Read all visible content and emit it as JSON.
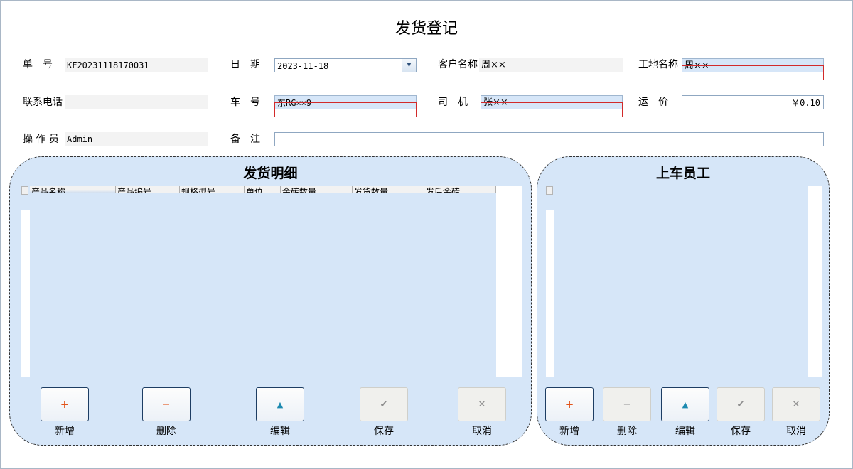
{
  "title": "发货登记",
  "form": {
    "order_no_label": "单　号",
    "order_no_value": "KF20231118170031",
    "date_label": "日　期",
    "date_value": "2023-11-18",
    "customer_label": "客户名称",
    "customer_value": "周××",
    "site_label": "工地名称",
    "site_value": "周××",
    "phone_label": "联系电话",
    "phone_value": "",
    "plate_label": "车　号",
    "plate_value": "东RG××9",
    "driver_label": "司　机",
    "driver_value": "张××",
    "freight_label": "运　价",
    "freight_value": "￥0.10",
    "operator_label": "操 作 员",
    "operator_value": "Admin",
    "remark_label": "备　注",
    "remark_value": ""
  },
  "detail_panel": {
    "title": "发货明细",
    "columns": [
      "产品名称",
      "产品编号",
      "规格型号",
      "单位",
      "余砖数量",
      "发货数量",
      "发后余砖"
    ],
    "buttons": [
      {
        "label": "新增",
        "icon": "plus-icon",
        "enabled": true
      },
      {
        "label": "删除",
        "icon": "minus-icon",
        "enabled": true
      },
      {
        "label": "编辑",
        "icon": "up-triangle-icon",
        "enabled": true
      },
      {
        "label": "保存",
        "icon": "check-icon",
        "enabled": false
      },
      {
        "label": "取消",
        "icon": "x-icon",
        "enabled": false
      }
    ]
  },
  "staff_panel": {
    "title": "上车员工",
    "buttons": [
      {
        "label": "新增",
        "icon": "plus-icon",
        "enabled": true
      },
      {
        "label": "删除",
        "icon": "minus-icon",
        "enabled": false
      },
      {
        "label": "编辑",
        "icon": "up-triangle-icon",
        "enabled": true
      },
      {
        "label": "保存",
        "icon": "check-icon",
        "enabled": false
      },
      {
        "label": "取消",
        "icon": "x-icon",
        "enabled": false
      }
    ]
  },
  "glyphs": {
    "combo_arrow": "▼",
    "plus": "+",
    "minus": "−",
    "up": "▲",
    "check": "✔",
    "x": "✕"
  },
  "colors": {
    "panel_bg": "#d6e6f8",
    "error_border": "#d22a2a",
    "button_border": "#1d3d63"
  }
}
